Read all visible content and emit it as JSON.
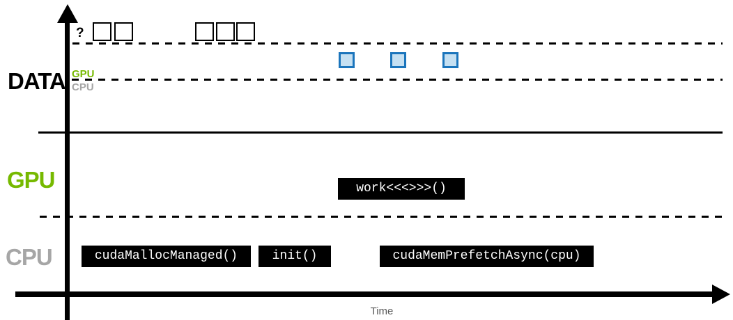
{
  "diagram": {
    "rows": {
      "data": {
        "label": "DATA",
        "question_mark": "?",
        "gpu_sublabel": "GPU",
        "cpu_sublabel": "CPU"
      },
      "gpu": {
        "label": "GPU"
      },
      "cpu": {
        "label": "CPU"
      }
    },
    "axis": {
      "time_label": "Time"
    },
    "gpu_events": [
      {
        "label": "work<<<>>>()"
      }
    ],
    "cpu_events": [
      {
        "label": "cudaMallocManaged()"
      },
      {
        "label": "init()"
      },
      {
        "label": "cudaMemPrefetchAsync(cpu)"
      }
    ],
    "memory_pages": {
      "unknown_location": {
        "count": 5,
        "groups": [
          2,
          3
        ],
        "fill": "#FFFFFF",
        "border": "#000000"
      },
      "gpu_location": {
        "count": 3,
        "fill": "#C5E0F2",
        "border": "#1B75BC"
      }
    },
    "colors": {
      "nvidia_green": "#76B900",
      "row_label_gray": "#A6A6A6",
      "event_box_bg": "#000000",
      "event_box_text": "#FFFFFF",
      "time_label_gray": "#595959",
      "axis_black": "#000000"
    }
  }
}
